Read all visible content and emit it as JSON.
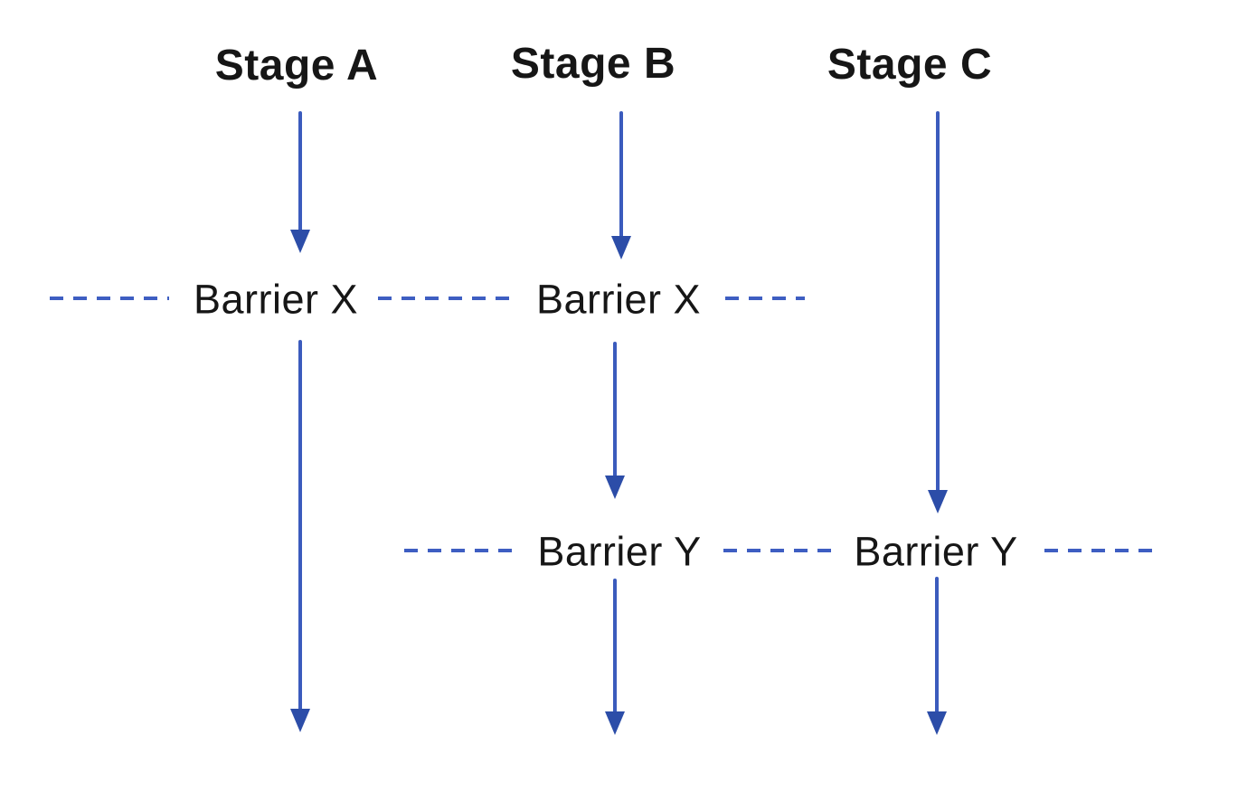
{
  "diagram": {
    "stages": [
      {
        "id": "stage-a",
        "label": "Stage A"
      },
      {
        "id": "stage-b",
        "label": "Stage B"
      },
      {
        "id": "stage-c",
        "label": "Stage C"
      }
    ],
    "barriers": [
      {
        "label": "Barrier X",
        "occurrences": 2,
        "spans_stages": [
          "Stage A",
          "Stage B"
        ]
      },
      {
        "label": "Barrier Y",
        "occurrences": 2,
        "spans_stages": [
          "Stage B",
          "Stage C"
        ]
      }
    ]
  },
  "colors": {
    "arrow_line": "#3b5bbd",
    "arrow_head": "#2c4da8",
    "dash_line": "#3e5ec2",
    "text": "#161616",
    "background": "#ffffff"
  }
}
